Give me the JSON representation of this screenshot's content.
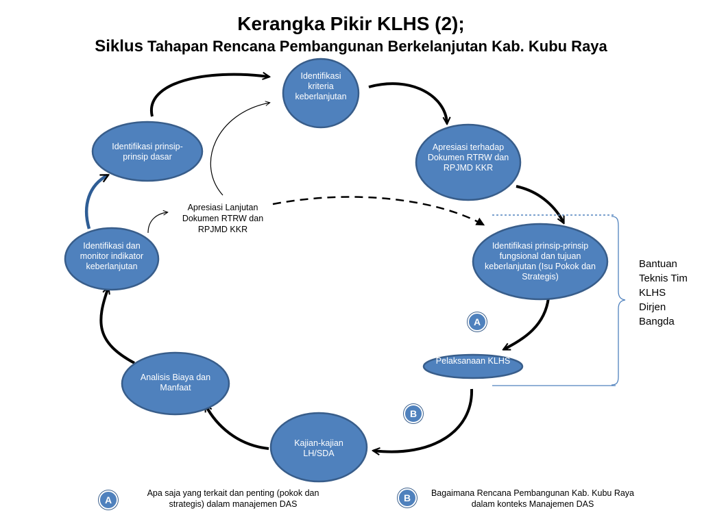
{
  "title": {
    "main": "Kerangka Pikir KLHS (2);",
    "sub_lead": "Siklus",
    "sub_rest": " Tahapan Rencana Pembangunan  Berkelanjutan Kab. Kubu Raya"
  },
  "nodes": {
    "identifikasi_kriteria": "Identifikasi kriteria keberlanjutan",
    "apresiasi_rtrw": "Apresiasi terhadap Dokumen RTRW dan RPJMD KKR",
    "identifikasi_fungsional": "Identifikasi  prinsip-prinsip fungsional dan tujuan keberlanjutan (Isu Pokok dan Strategis)",
    "pelaksanaan": "Pelaksanaan KLHS",
    "kajian": "Kajian-kajian LH/SDA",
    "analisis": "Analisis Biaya dan Manfaat",
    "identifikasi_monitor": "Identifikasi dan monitor indikator keberlanjutan",
    "identifikasi_prinsip_dasar": "Identifikasi prinsip-prinsip dasar"
  },
  "center_label": "Apresiasi Lanjutan Dokumen RTRW dan RPJMD KKR",
  "side_note": "Bantuan Teknis Tim KLHS Dirjen Bangda",
  "badges": {
    "a": "A",
    "b": "B"
  },
  "legend": {
    "a_text": "Apa saja yang terkait dan penting (pokok dan strategis) dalam manajemen DAS",
    "b_text": "Bagaimana Rencana Pembangunan Kab. Kubu Raya dalam konteks Manajemen DAS"
  },
  "colors": {
    "node_fill": "#4f81bd",
    "node_stroke": "#385d8a",
    "arrow": "#000000",
    "arrow_blue": "#2e5d95"
  }
}
